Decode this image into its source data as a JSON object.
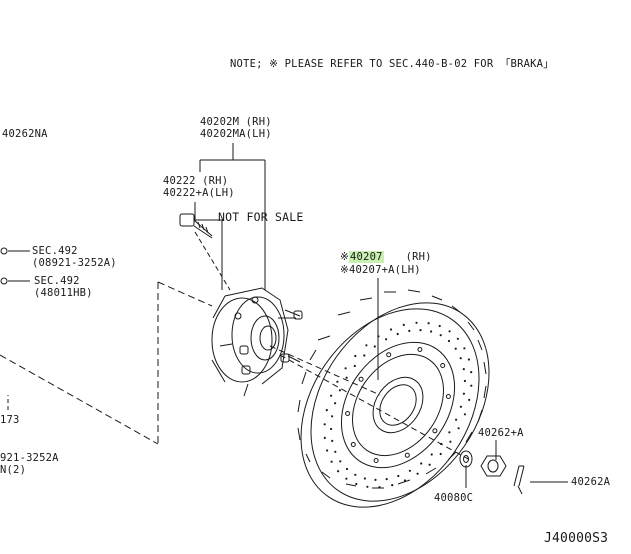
{
  "note": "NOTE; ※ PLEASE REFER TO SEC.440-B-02 FOR 「BRAKA」",
  "labels": {
    "p40262na": "40262NA",
    "p40202m": "40202M  (RH)",
    "p40202ma": "40202MA(LH)",
    "p40222": "40222    (RH)",
    "p40222a": "40222+A(LH)",
    "not_for_sale": "NOT FOR SALE",
    "sec492_1": "SEC.492",
    "sec492_1_ref": "(08921-3252A)",
    "sec492_2": "SEC.492",
    "sec492_2_ref": "(48011HB)",
    "p40207_mark": "※",
    "p40207": "40207",
    "p40207_side": "(RH)",
    "p40207a": "※40207+A(LH)",
    "p173": "173",
    "p08921": "921-3252A",
    "p08921b": "N(2)",
    "p40262a": "40262+A",
    "p40080c": "40080C",
    "p40262A2": "40262A",
    "diagram_id": "J40000S3"
  },
  "colors": {
    "line": "#1a1a1a",
    "highlight": "#c8f0b0"
  }
}
